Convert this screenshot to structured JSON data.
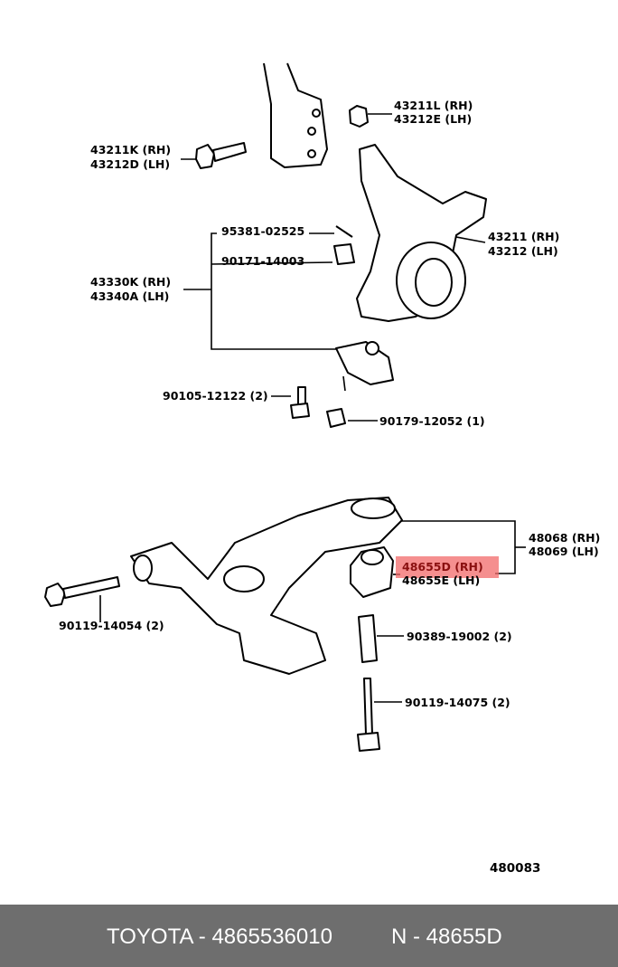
{
  "labels": {
    "p43211L": "43211L (RH)",
    "p43212E": "43212E (LH)",
    "p43211K": "43211K (RH)",
    "p43212D": "43212D (LH)",
    "p95381": "95381-02525",
    "p90171": "90171-14003",
    "p43330K": "43330K (RH)",
    "p43340A": "43340A (LH)",
    "p43211": "43211 (RH)",
    "p43212": "43212 (LH)",
    "p90105": "90105-12122 (2)",
    "p90179": "90179-12052 (1)",
    "p48068": "48068 (RH)",
    "p48069": "48069 (LH)",
    "p48655D": "48655D (RH)",
    "p48655E": "48655E (LH)",
    "p90119a": "90119-14054 (2)",
    "p90389": "90389-19002 (2)",
    "p90119b": "90119-14075 (2)",
    "diagram_no": "480083"
  },
  "highlight_color": "#f26a6a",
  "footer": {
    "brand_part": "TOYOTA - 4865536010",
    "ref": "N - 48655D"
  }
}
